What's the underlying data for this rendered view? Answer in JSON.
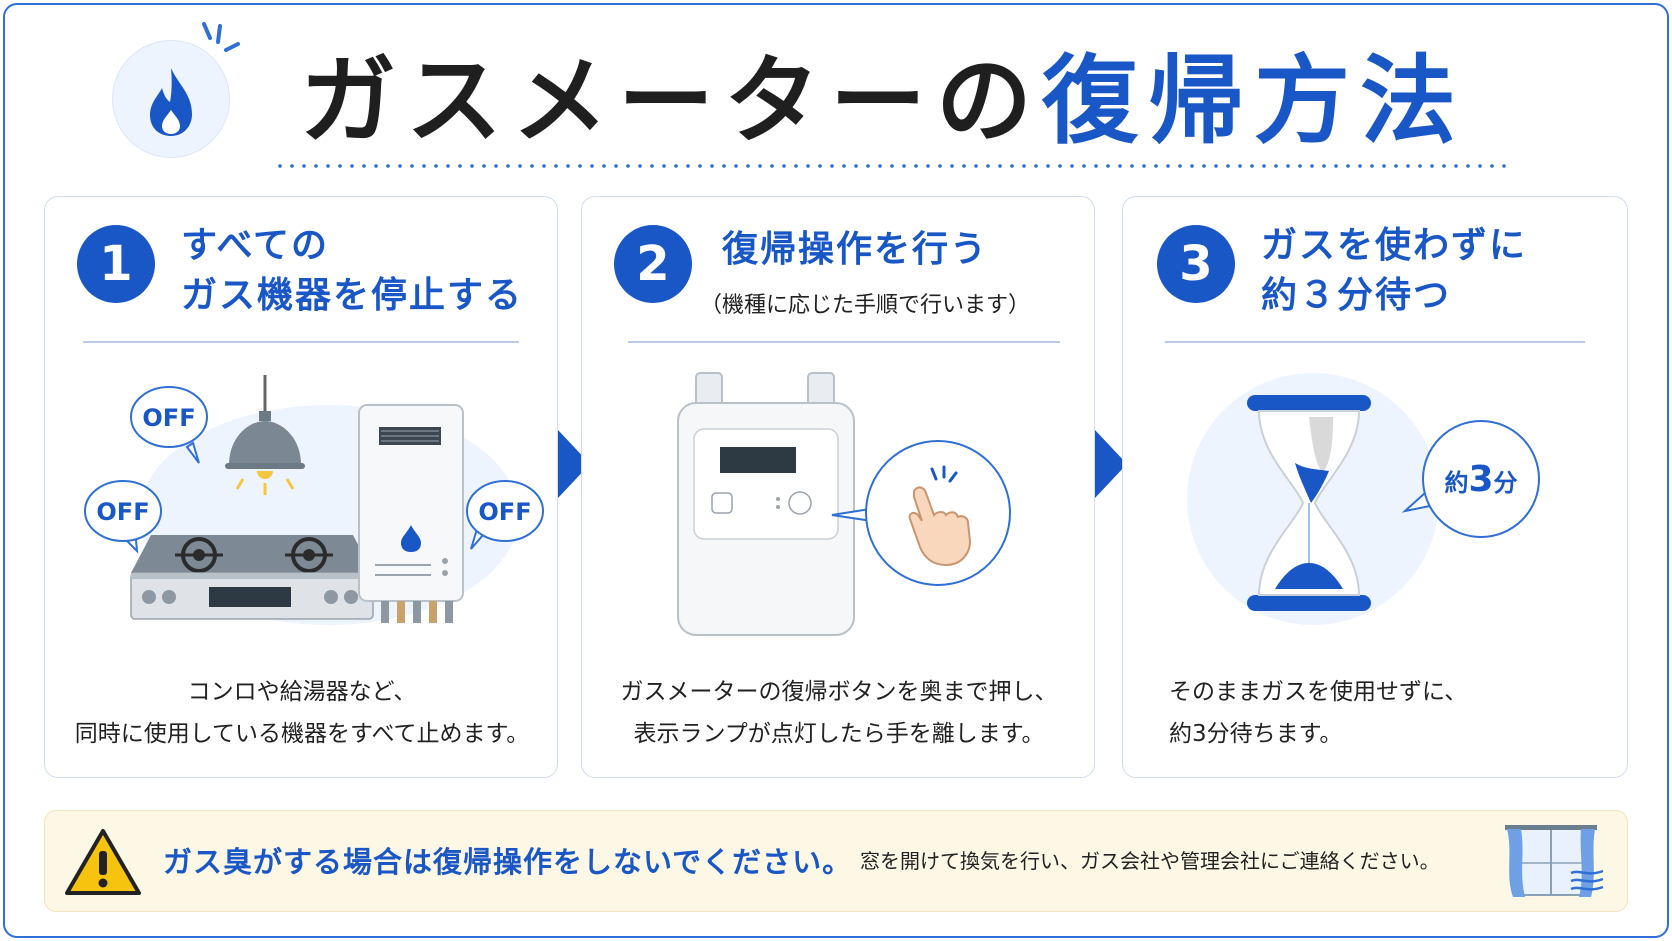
{
  "header": {
    "title_part1": "ガスメーターの",
    "title_part2": "復帰方法"
  },
  "steps": [
    {
      "number": "1",
      "title_line1": "すべての",
      "title_line2": "ガス機器を停止する",
      "labels": {
        "lamp": "OFF",
        "stove": "OFF",
        "heater": "OFF"
      },
      "text_line1": "コンロや給湯器など、",
      "text_line2": "同時に使用している機器をすべて止めます。"
    },
    {
      "number": "2",
      "title_line1": "復帰操作を行う",
      "subtitle": "（機種に応じた手順で行います）",
      "text_line1": "ガスメーターの復帰ボタンを奥まで押し、",
      "text_line2": "表示ランプが点灯したら手を離します。"
    },
    {
      "number": "3",
      "title_line1": "ガスを使わずに",
      "title_line2": "約３分待つ",
      "bubble_prefix": "約",
      "bubble_value": "3",
      "bubble_unit": "分",
      "text_line1": "そのままガスを使用せずに、",
      "text_line2": "約3分待ちます。"
    }
  ],
  "warning": {
    "main": "ガス臭がする場合は復帰操作をしないでください。",
    "sub": "窓を開けて換気を行い、ガス会社や管理会社にご連絡ください。"
  },
  "icons": [
    "flame-icon",
    "warning-icon",
    "window-icon",
    "hourglass-icon",
    "finger-icon"
  ],
  "colors": {
    "accent": "#1a57c6",
    "border": "#2f6fd6",
    "warning_bg": "#fdf7e6"
  }
}
